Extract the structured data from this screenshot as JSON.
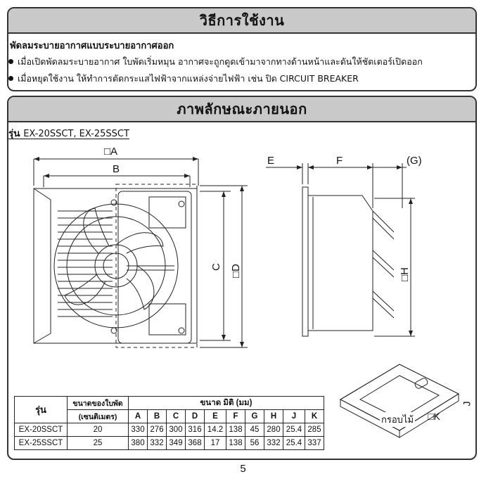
{
  "section1": {
    "title": "วิธีการใช้งาน",
    "subtitle": "พัดลมระบายอากาศแบบระบายอากาศออก",
    "bullets": [
      "เมื่อเปิดพัดลมระบายอากาศ ใบพัดเริ่มหมุน อากาศจะถูกดูดเข้ามาจากทางด้านหน้าและดันให้ชัตเตอร์เปิดออก",
      "เมื่อหยุดใช้งาน ให้ทำการตัดกระแสไฟฟ้าจากแหล่งจ่ายไฟฟ้า เช่น ปิด CIRCUIT BREAKER"
    ]
  },
  "section2": {
    "title": "ภาพลักษณะภายนอก",
    "model_prefix": "รุ่น",
    "models": "EX-20SSCT, EX-25SSCT"
  },
  "drawing": {
    "labels": {
      "A": "□A",
      "B": "B",
      "C": "C",
      "D": "□D",
      "E": "E",
      "F": "F",
      "G": "(G)",
      "H": "□H",
      "K": "□K",
      "J": "J"
    },
    "frame_label": "กรอบไม้"
  },
  "table": {
    "col_model": "รุ่น",
    "col_blade_1": "ขนาดของใบพัด",
    "col_blade_2": "(เซนติเมตร)",
    "col_dims": "ขนาด มิติ (มม)",
    "dim_letters": [
      "A",
      "B",
      "C",
      "D",
      "E",
      "F",
      "G",
      "H",
      "J",
      "K"
    ],
    "rows": [
      {
        "model": "EX-20SSCT",
        "blade": "20",
        "dims": [
          "330",
          "276",
          "300",
          "316",
          "14.2",
          "138",
          "45",
          "280",
          "25.4",
          "285"
        ]
      },
      {
        "model": "EX-25SSCT",
        "blade": "25",
        "dims": [
          "380",
          "332",
          "349",
          "368",
          "17",
          "138",
          "56",
          "332",
          "25.4",
          "337"
        ]
      }
    ]
  },
  "page_number": "5"
}
